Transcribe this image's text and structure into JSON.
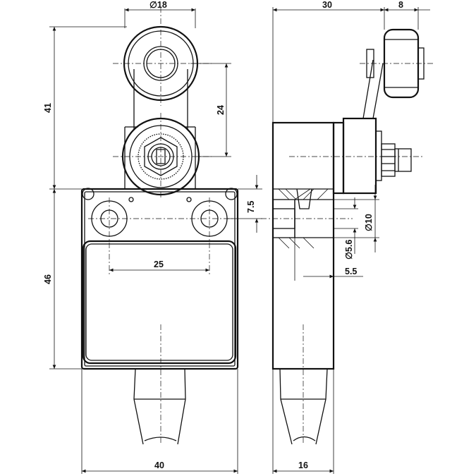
{
  "drawing": {
    "dimensions": {
      "roller_diameter": "∅18",
      "lever_length": "41",
      "roller_offset": "24",
      "hole_offset": "7.5",
      "body_height": "46",
      "hole_spacing": "25",
      "body_width": "40",
      "side_depth": "30",
      "roller_width": "8",
      "bore_diameter": "∅10",
      "mount_hole_diameter": "∅5.6",
      "counterbore_depth": "5.5",
      "side_body_width": "16"
    }
  }
}
